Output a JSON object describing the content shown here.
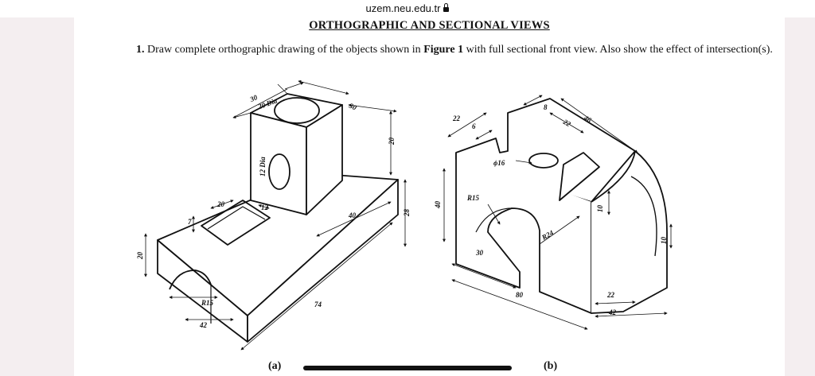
{
  "browser": {
    "url": "uzem.neu.edu.tr"
  },
  "document": {
    "heading": "ORTHOGRAPHIC AND SECTIONAL VIEWS",
    "question_number": "1.",
    "question_pre": " Draw complete orthographic drawing of the objects shown in ",
    "question_bold": "Figure 1",
    "question_post": " with full sectional front view. Also show the effect of intersection(s)."
  },
  "figure_a": {
    "caption": "(a)",
    "dims": {
      "d30_top": "30",
      "d20dia": "20 Dia",
      "d30_right": "30",
      "d20_v": "20",
      "d12dia": "12 Dia",
      "d20_slot": "20",
      "d12_slot": "12",
      "d7": "7",
      "d40": "40",
      "d28": "28",
      "d20_left": "20",
      "r15": "R15",
      "d42": "42",
      "d74": "74"
    }
  },
  "figure_b": {
    "caption": "(b)",
    "dims": {
      "d22_top": "22",
      "d6": "6",
      "d8": "8",
      "d46": "46",
      "d22_right": "22",
      "phi16": "ϕ16",
      "d40": "40",
      "r15": "R15",
      "d10_a": "10",
      "r24": "R24",
      "d30": "30",
      "d80": "80",
      "d10_b": "10",
      "d22_bottom": "22",
      "d42": "42"
    }
  }
}
